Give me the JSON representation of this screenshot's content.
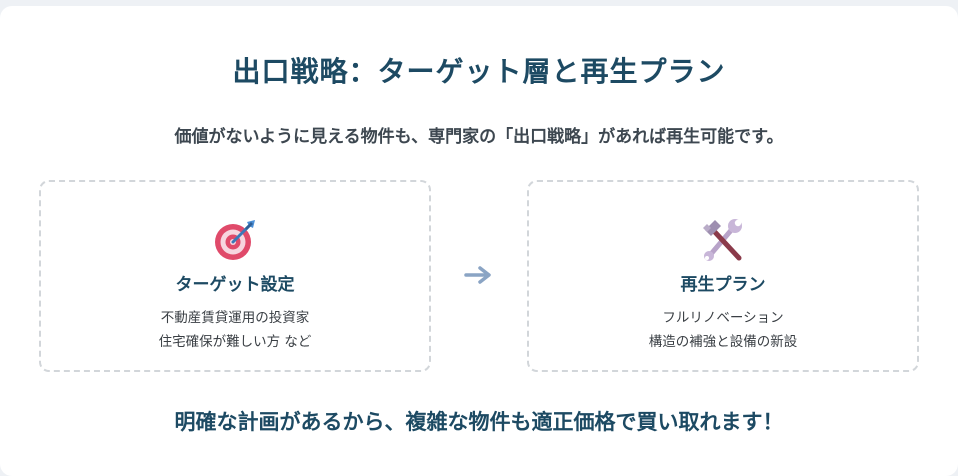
{
  "title": "出口戦略：ターゲット層と再生プラン",
  "subtitle": "価値がないように見える物件も、専門家の「出口戦略」があれば再生可能です。",
  "target_box": {
    "icon": "target-dart-icon",
    "heading": "ターゲット設定",
    "lines": [
      "不動産賃貸運用の投資家",
      "住宅確保が難しい方 など"
    ]
  },
  "plan_box": {
    "icon": "hammer-wrench-icon",
    "heading": "再生プラン",
    "lines": [
      "フルリノベーション",
      "構造の補強と設備の新設"
    ]
  },
  "arrow_icon": "arrow-right-icon",
  "conclusion": "明確な計画があるから、複雑な物件も適正価格で買い取れます！",
  "colors": {
    "heading": "#1d4a63",
    "accent_arrow": "#8aa4c4",
    "dashed_border": "#d2d6da"
  }
}
